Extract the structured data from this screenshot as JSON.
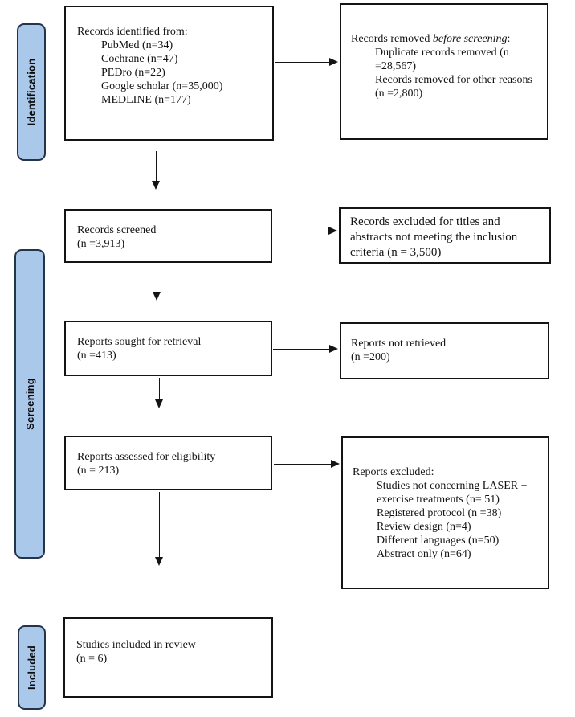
{
  "colors": {
    "stage_fill": "#a9c8ea",
    "stage_border": "#25344d",
    "box_border": "#141414",
    "arrow": "#141414",
    "background": "#ffffff"
  },
  "stages": [
    {
      "label": "Identification"
    },
    {
      "label": "Screening"
    },
    {
      "label": "Included"
    }
  ],
  "boxes": {
    "identified": {
      "title": "Records identified from:",
      "items": [
        "PubMed (n=34)",
        "Cochrane (n=47)",
        "PEDro (n=22)",
        "Google scholar (n=35,000)",
        "MEDLINE (n=177)"
      ]
    },
    "removed": {
      "title_prefix": "Records removed ",
      "title_emphasis": "before screening",
      "title_suffix": ":",
      "items": [
        "Duplicate records removed (n =28,567)",
        "Records removed for other reasons (n =2,800)"
      ]
    },
    "screened": {
      "line1": "Records screened",
      "line2": "(n =3,913)"
    },
    "excluded_titles": {
      "text": "Records excluded for titles and abstracts not meeting the inclusion criteria (n = 3,500)"
    },
    "sought": {
      "line1": "Reports sought for retrieval",
      "line2": "(n =413)"
    },
    "not_retrieved": {
      "line1": "Reports not retrieved",
      "line2": "(n =200)"
    },
    "assessed": {
      "line1": "Reports assessed for eligibility",
      "line2": "(n = 213)"
    },
    "reports_excluded": {
      "title": "Reports excluded:",
      "items": [
        "Studies not concerning LASER + exercise treatments (n= 51)",
        "Registered protocol (n =38)",
        "Review design (n=4)",
        "Different languages (n=50)",
        "Abstract only (n=64)"
      ]
    },
    "included": {
      "line1": "Studies included in review",
      "line2": "(n = 6)"
    }
  }
}
